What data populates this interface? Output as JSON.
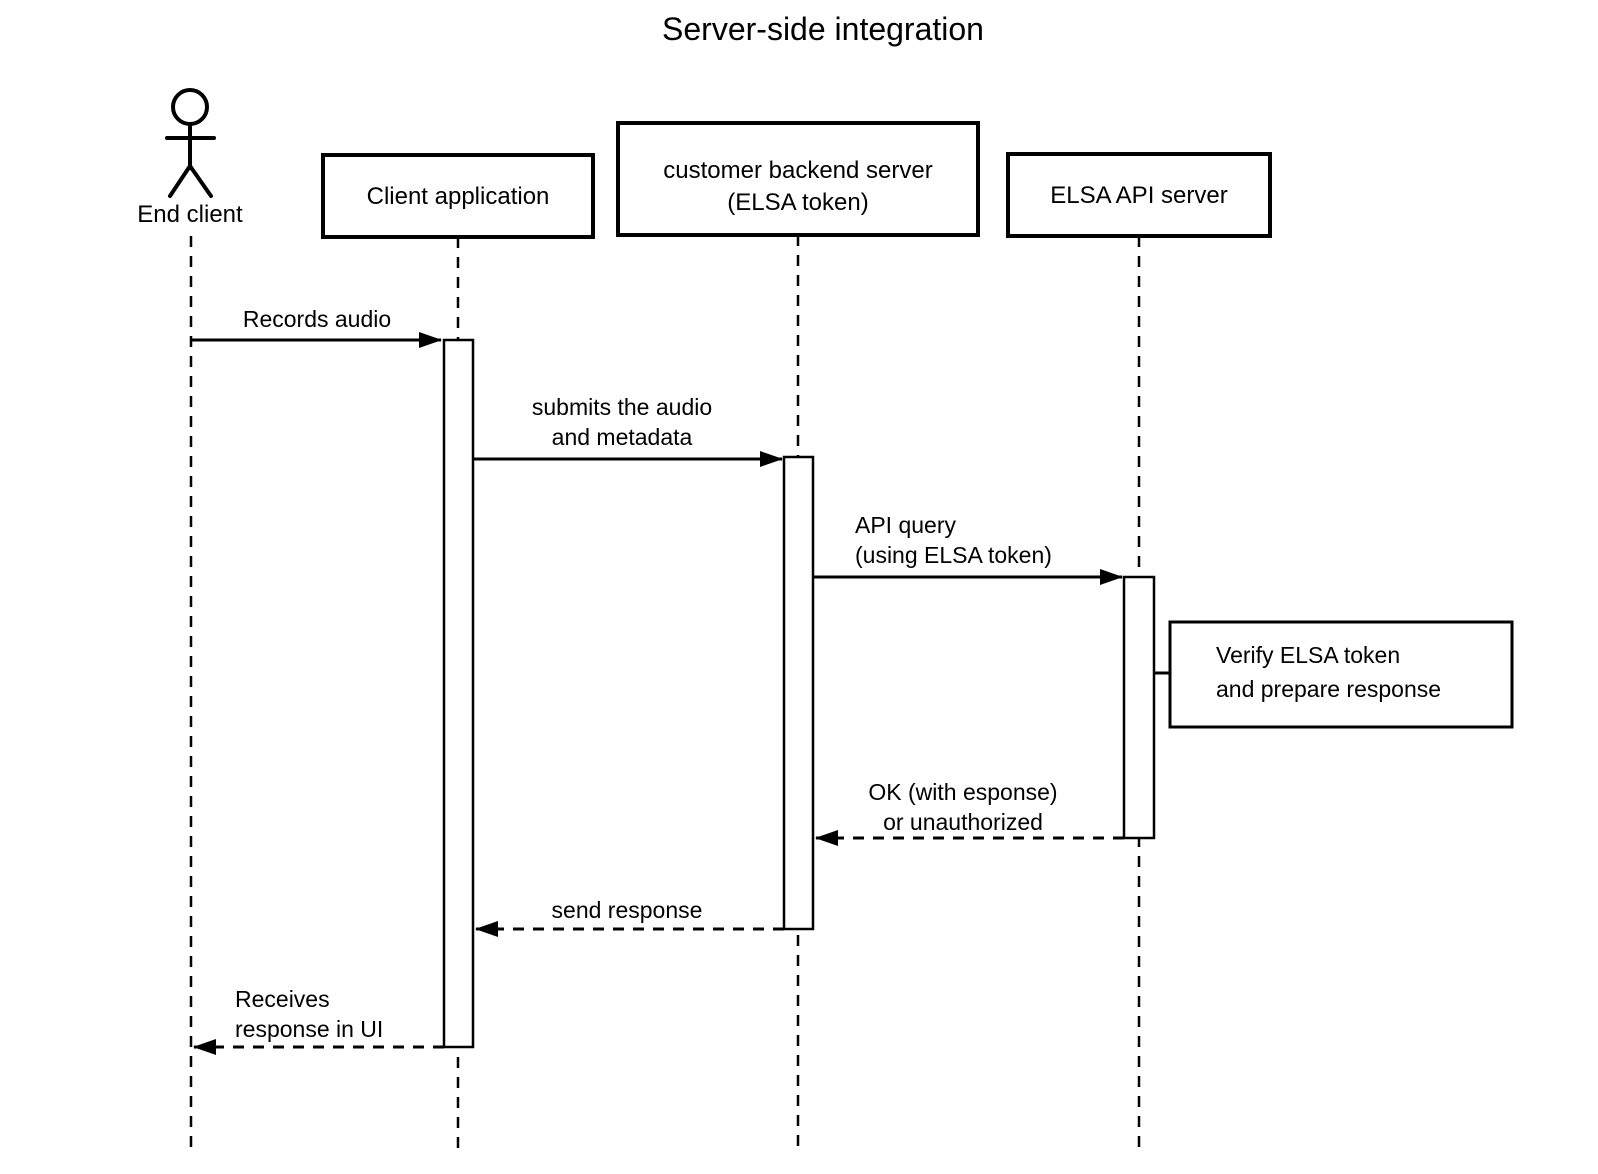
{
  "title": "Server-side integration",
  "participants": [
    {
      "id": "end-client",
      "type": "actor",
      "label": "End client"
    },
    {
      "id": "client-application",
      "type": "object",
      "label": "Client application"
    },
    {
      "id": "customer-backend-server",
      "type": "object",
      "label_line1": "customer backend server",
      "label_line2": "(ELSA token)"
    },
    {
      "id": "elsa-api-server",
      "type": "object",
      "label": "ELSA API server"
    }
  ],
  "messages": [
    {
      "from": "end-client",
      "to": "client-application",
      "style": "solid",
      "line1": "Records audio"
    },
    {
      "from": "client-application",
      "to": "customer-backend-server",
      "style": "solid",
      "line1": "submits the audio",
      "line2": "and metadata"
    },
    {
      "from": "customer-backend-server",
      "to": "elsa-api-server",
      "style": "solid",
      "line1": "API query",
      "line2": "(using ELSA token)"
    },
    {
      "from": "elsa-api-server",
      "to": "customer-backend-server",
      "style": "dashed",
      "line1": "OK (with esponse)",
      "line2": "or unauthorized"
    },
    {
      "from": "customer-backend-server",
      "to": "client-application",
      "style": "dashed",
      "line1": "send response"
    },
    {
      "from": "client-application",
      "to": "end-client",
      "style": "dashed",
      "line1": "Receives",
      "line2": "response in UI"
    }
  ],
  "note": {
    "attached_to": "elsa-api-server",
    "line1": "Verify ELSA token",
    "line2": "and prepare response"
  },
  "colors": {
    "ink": "#000000",
    "background": "#ffffff"
  }
}
